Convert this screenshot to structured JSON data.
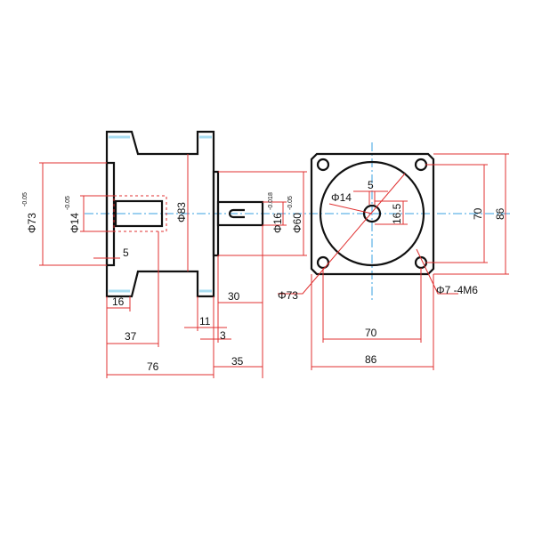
{
  "drawing": {
    "title": "Gearbox mounting dimensions",
    "colors": {
      "outline": "#111111",
      "dimension": "#e03030",
      "centerline": "#3aa0e0"
    },
    "side_view": {
      "phi73": "Φ73",
      "phi73_tol": "-0.05",
      "phi73_tol0": "0",
      "phi14": "Φ14",
      "phi14_tol": "-0.05",
      "phi14_tol0": "0",
      "phi83": "Φ83",
      "phi16": "Φ16",
      "phi16_tol": "-0.018",
      "phi16_tol0": "0",
      "phi60": "Φ60",
      "phi60_tol": "-0.05",
      "phi60_tol0": "0",
      "d5": "5",
      "d16": "16",
      "d37": "37",
      "d76": "76",
      "d30": "30",
      "d11": "11",
      "d3": "3",
      "d35": "35"
    },
    "front_view": {
      "phi14": "Φ14",
      "d5": "5",
      "d16_5": "16.5",
      "d70_v": "70",
      "d86_v": "86",
      "phi73": "Φ73",
      "holes": "Φ7 -4M6",
      "d70_h": "70",
      "d86_h": "86"
    }
  }
}
